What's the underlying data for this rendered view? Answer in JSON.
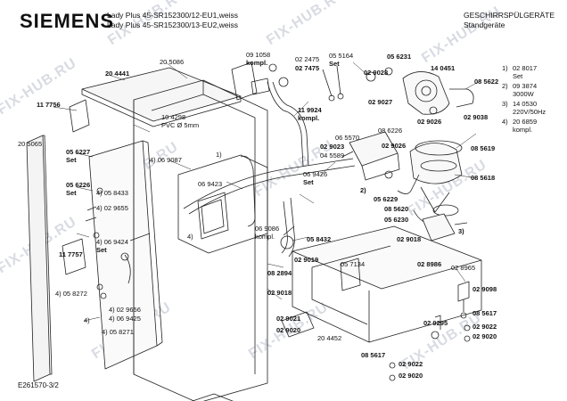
{
  "header": {
    "brand": "SIEMENS",
    "model_line_1": "Lady Plus 45-SR152300/12-EU1,weiss",
    "model_line_2": "Lady Plus 45-SR152300/13-EU2,weiss",
    "category_line_1": "GESCHIRRSPÜLGERÄTE",
    "category_line_2": "Standgeräte"
  },
  "notes": [
    {
      "num": "1)",
      "text": "02 8017"
    },
    {
      "num": "",
      "text": "Set"
    },
    {
      "num": "2)",
      "text": "09 3874"
    },
    {
      "num": "",
      "text": "3000W"
    },
    {
      "num": "3)",
      "text": "14 0530"
    },
    {
      "num": "",
      "text": "220V/50Hz"
    },
    {
      "num": "4)",
      "text": "20 6859"
    },
    {
      "num": "",
      "text": "kompl."
    }
  ],
  "watermark": "FIX-HUB.RU",
  "doc_id": "E261570-3/2",
  "labels": {
    "l01": "20 5086",
    "l02": "20 4441",
    "l03": "11 7756",
    "l04": "20 5065",
    "l05": "05 6227",
    "l06": "Set",
    "l07": "05 6226",
    "l08": "Set",
    "l09": "11 7757",
    "l10": "4) 05 8272",
    "l11": "4) 05 8433",
    "l12": "4) 02 9655",
    "l13": "4) 06 9424",
    "l14": "Set",
    "l15": "4)",
    "l16": "4) 02 9656",
    "l17": "4) 06 9425",
    "l18": "4) 05 8271",
    "l19": "10 4298",
    "l20": "PVC Ø 5mm",
    "l21": "4) 06 9087",
    "l22": "1)",
    "l23": "06 9423",
    "l24": "4)",
    "l25": "09 1058",
    "l26": "kompl.",
    "l27": "02 2475",
    "l28": "02 7475",
    "l29": "05 5164",
    "l30": "Set",
    "l31": "05 6231",
    "l32": "11 9924",
    "l33": "kompl.",
    "l34": "14 0451",
    "l35": "02 9028",
    "l36": "08 5622",
    "l37": "02 9027",
    "l38": "02 9026",
    "l39": "02 9038",
    "l40": "06 5570",
    "l41": "08 6226",
    "l42": "02 9023",
    "l43": "04 5589",
    "l44": "02 9026",
    "l45": "08 5619",
    "l46": "08 5618",
    "l47": "06 9426",
    "l48": "Set",
    "l49": "2)",
    "l50": "05 6229",
    "l51": "08 5620",
    "l52": "05 6230",
    "l53": "3)",
    "l54": "06 9086",
    "l55": "kompl.",
    "l56": "05 8432",
    "l57": "02 9018",
    "l58": "08 2894",
    "l59": "02 9019",
    "l60": "02 9018",
    "l61": "02 8986",
    "l62": "02 8965",
    "l63": "05 7134",
    "l64": "02 9098",
    "l65": "08 5617",
    "l66": "02 9021",
    "l67": "02 9020",
    "l68": "02 9295",
    "l69": "02 9022",
    "l70": "02 9020",
    "l71": "20 4452",
    "l72": "08 5617",
    "l73": "02 9022",
    "l74": "02 9020"
  }
}
